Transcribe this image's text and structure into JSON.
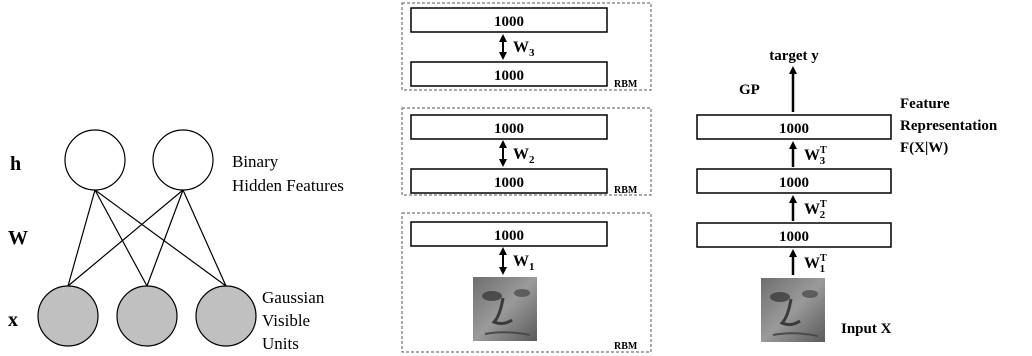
{
  "left": {
    "h_label": "h",
    "w_label": "W",
    "x_label": "x",
    "hidden_caption": [
      "Binary",
      "Hidden Features"
    ],
    "visible_caption": [
      "Gaussian",
      "Visible",
      "Units"
    ]
  },
  "middle": {
    "rbm_label": "RBM",
    "blocks": [
      {
        "top": "1000",
        "bottom": "1000",
        "weight": "W",
        "sub": "3"
      },
      {
        "top": "1000",
        "bottom": "1000",
        "weight": "W",
        "sub": "2"
      },
      {
        "top": "1000",
        "weight": "W",
        "sub": "1"
      }
    ]
  },
  "right": {
    "target": "target y",
    "gp": "GP",
    "layers": [
      "1000",
      "1000",
      "1000"
    ],
    "weights": [
      {
        "base": "W",
        "sub": "3",
        "sup": "T"
      },
      {
        "base": "W",
        "sub": "2",
        "sup": "T"
      },
      {
        "base": "W",
        "sub": "1",
        "sup": "T"
      }
    ],
    "feature_caption": [
      "Feature",
      "Representation",
      "F(X|W)"
    ],
    "input": "Input X"
  },
  "colors": {
    "visible_fill": "#c0c0c0",
    "line": "#000000",
    "dash": "#555555"
  }
}
